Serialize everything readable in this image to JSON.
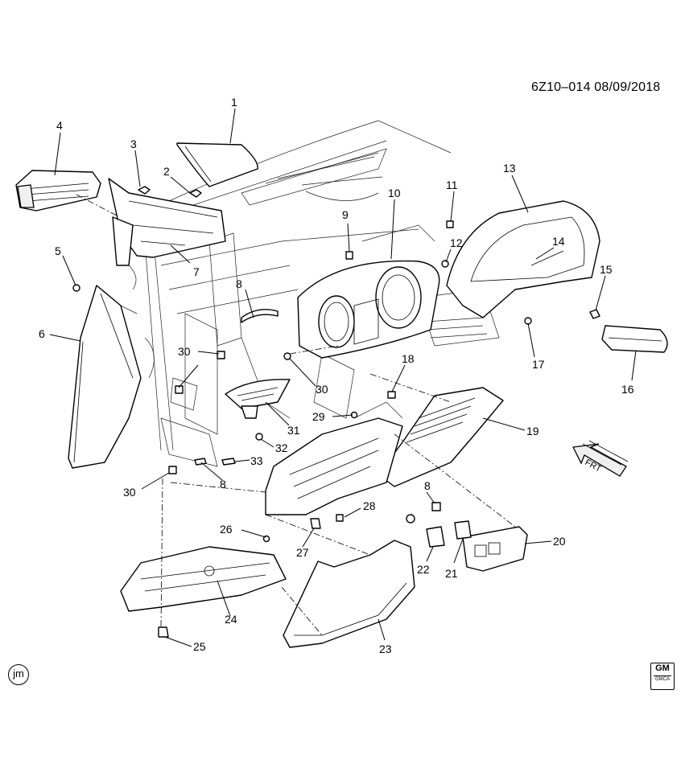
{
  "header": {
    "diagram_id": "6Z10–014  08/09/2018"
  },
  "corner": {
    "artist_mark": "jm",
    "logo_text": "GM",
    "logo_sub": "GMCA"
  },
  "direction": {
    "label": "FRT"
  },
  "callouts": {
    "c1": "1",
    "c2": "2",
    "c3": "3",
    "c4": "4",
    "c5": "5",
    "c6": "6",
    "c7": "7",
    "c8a": "8",
    "c8b": "8",
    "c8c": "8",
    "c9": "9",
    "c10": "10",
    "c11": "11",
    "c12": "12",
    "c13": "13",
    "c14": "14",
    "c15": "15",
    "c16": "16",
    "c17": "17",
    "c18": "18",
    "c19": "19",
    "c20": "20",
    "c21": "21",
    "c22": "22",
    "c23": "23",
    "c24": "24",
    "c25": "25",
    "c26": "26",
    "c27": "27",
    "c28": "28",
    "c29": "29",
    "c30a": "30",
    "c30b": "30",
    "c30c": "30",
    "c31": "31",
    "c32": "32",
    "c33": "33"
  }
}
